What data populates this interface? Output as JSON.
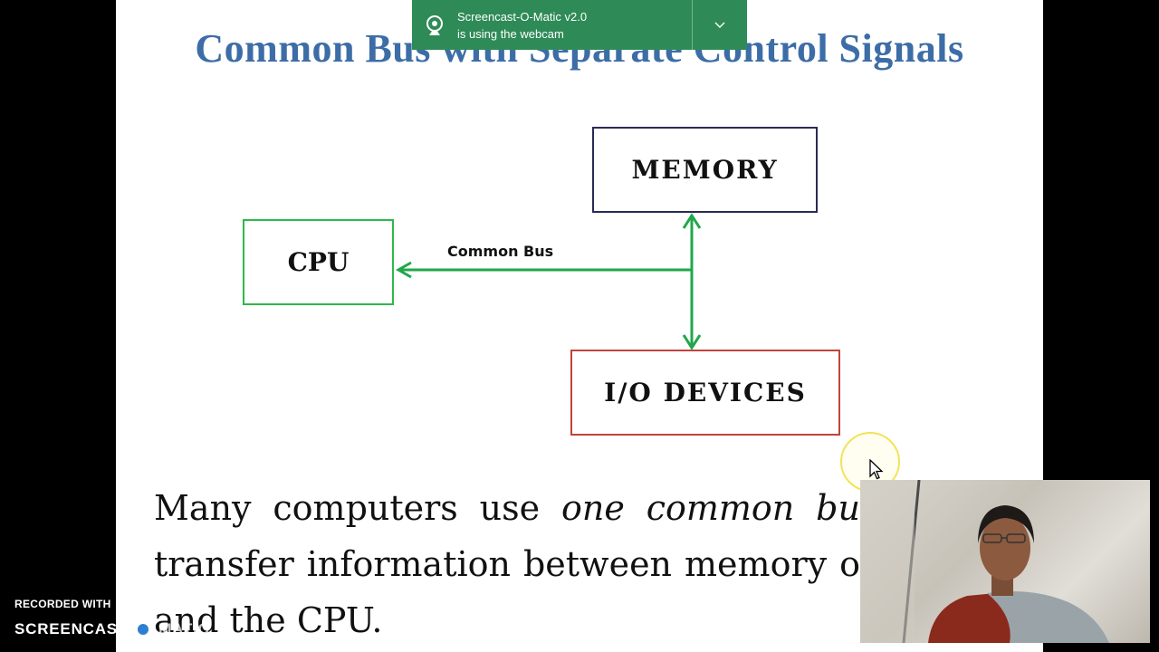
{
  "notification": {
    "app_name": "Screencast-O-Matic v2.0",
    "message": "is using the webcam",
    "icon": "webcam-icon",
    "expand_icon": "chevron-down-icon",
    "color": "#2e8b57"
  },
  "slide": {
    "title": "Common Bus with Separate Control Signals",
    "title_color": "#3d6da6",
    "diagram": {
      "cpu_label": "CPU",
      "memory_label": "MEMORY",
      "io_label": "I/O DEVICES",
      "bus_label": "Common Bus",
      "bus_color": "#1fa84a"
    },
    "body": {
      "line1": [
        "Many",
        "computers",
        "use",
        "one",
        "common",
        "bu"
      ],
      "line2": [
        "transfer",
        "information",
        "between",
        "memory",
        "o"
      ],
      "line3": "and the CPU."
    }
  },
  "watermark": {
    "line1": "RECORDED WITH",
    "brand_left": "SCREENCAST",
    "brand_right": "MATIC"
  }
}
